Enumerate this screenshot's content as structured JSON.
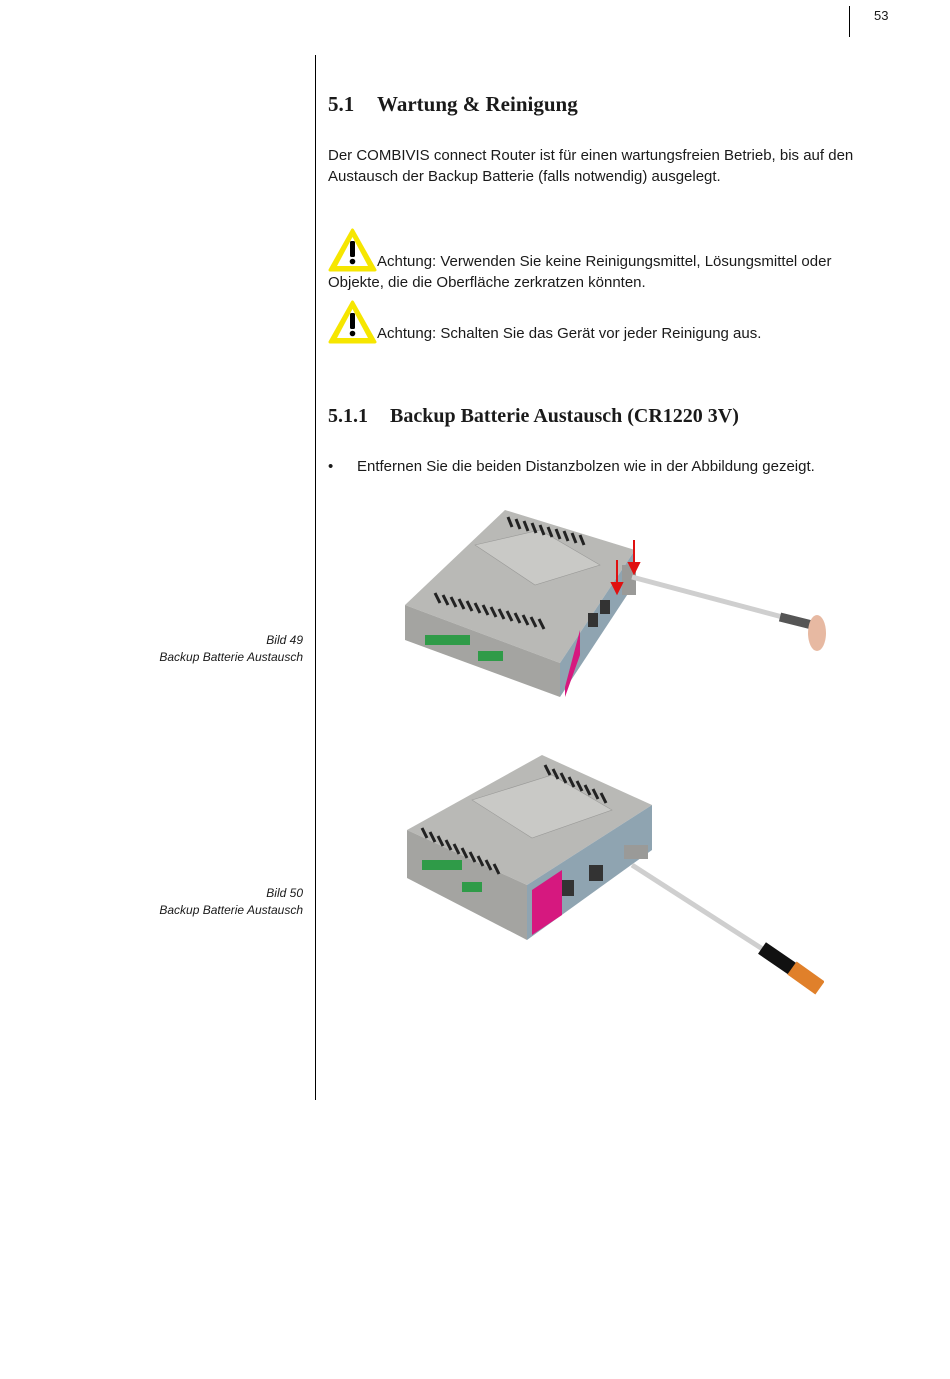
{
  "page": {
    "number": "53"
  },
  "section": {
    "number": "5.1",
    "title": "Wartung & Reinigung"
  },
  "intro": "Der COMBIVIS connect Router ist für einen wartungsfreien Betrieb, bis auf den Austausch der Backup Batterie (falls notwendig) ausgelegt.",
  "warnings": [
    "Achtung: Verwenden Sie keine Reinigungsmittel, Lösungsmittel oder Objekte, die die Oberfläche zerkratzen könnten.",
    "Achtung: Schalten Sie das Gerät vor jeder Reinigung aus."
  ],
  "subsection": {
    "number": "5.1.1",
    "title": "Backup Batterie Austausch (CR1220 3V)"
  },
  "bullets": [
    "Entfernen Sie die beiden Distanzbolzen wie in der Abbildung gezeigt."
  ],
  "figures": [
    {
      "label": "Bild 49",
      "caption": "Backup Batterie Austausch"
    },
    {
      "label": "Bild 50",
      "caption": "Backup Batterie Austausch"
    }
  ],
  "colors": {
    "warning_yellow": "#f6e600",
    "accent_magenta": "#d6187f",
    "arrow_red": "#e01010"
  }
}
